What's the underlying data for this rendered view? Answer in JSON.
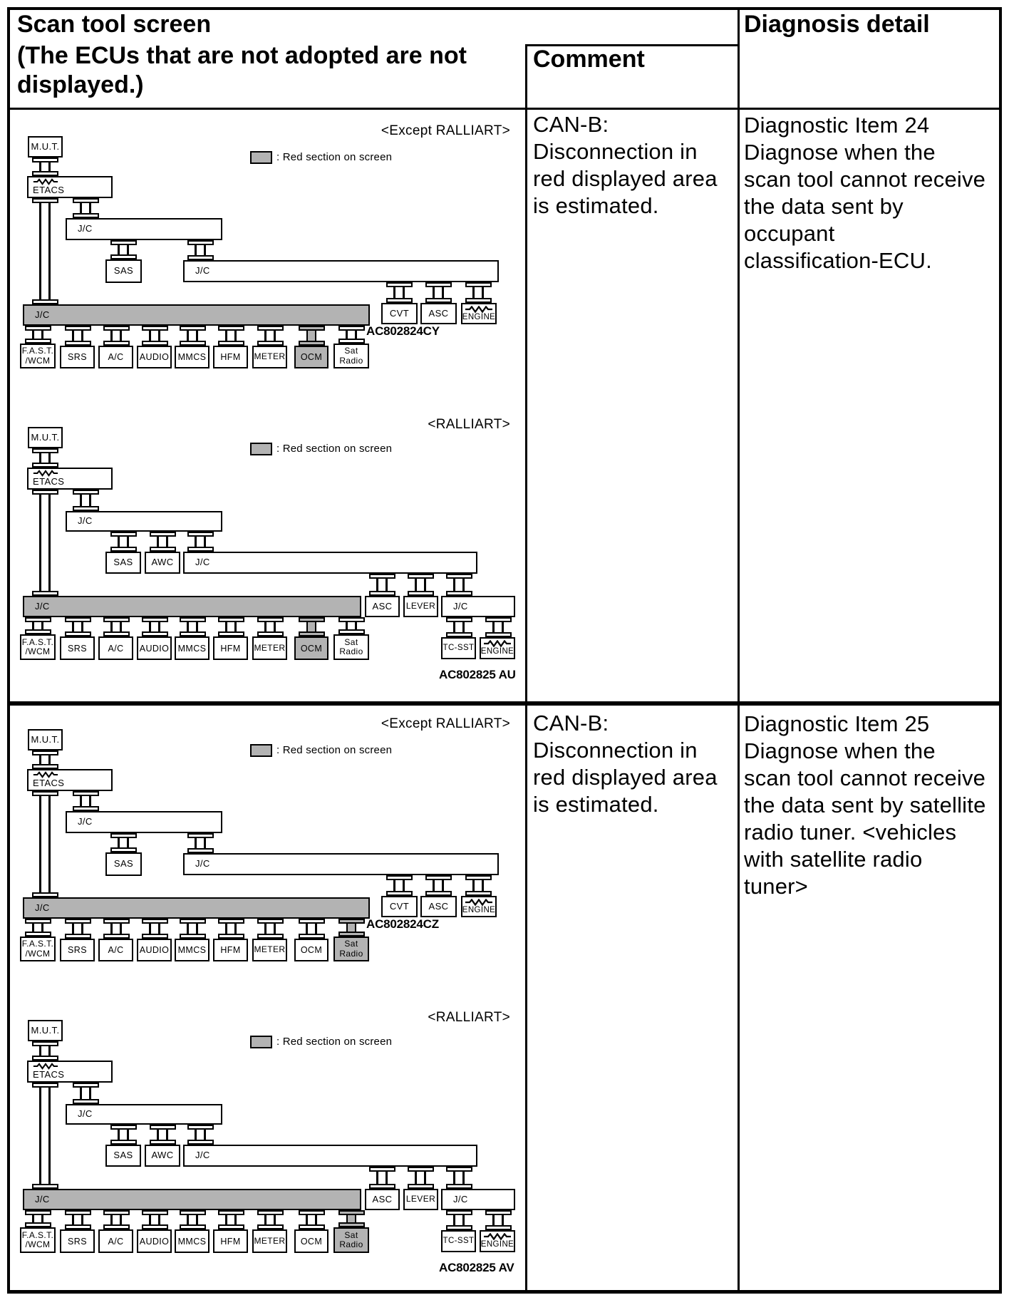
{
  "page": {
    "header": {
      "scan_tool_title": "Scan tool screen",
      "ecus_note": "(The ECUs that are not adopted are not\ndisplayed.)",
      "comment_label": "Comment",
      "diagnosis_label": "Diagnosis detail"
    },
    "colors": {
      "highlight_gray": "#b3b3b3",
      "line_black": "#000000"
    },
    "node_labels": {
      "mut": "M.U.T.",
      "etacs": "ETACS",
      "jc": "J/C",
      "sas": "SAS",
      "awc": "AWC",
      "cvt": "CVT",
      "asc": "ASC",
      "engine": "ENGINE",
      "lever": "LEVER",
      "tcsst": "TC-SST",
      "fast": "F.A.S.T.\n/WCM",
      "srs": "SRS",
      "ac": "A/C",
      "audio": "AUDIO",
      "mmcs": "MMCS",
      "hfm": "HFM",
      "meter": "METER",
      "ocm": "OCM",
      "sat_radio": "Sat\nRadio"
    },
    "rows": [
      {
        "comment": "CAN-B:\nDisconnection in\nred displayed area\nis estimated.",
        "diagnosis": "Diagnostic Item 24\nDiagnose when the\nscan tool cannot receive\nthe data sent by\noccupant\nclassification-ECU.",
        "diagrams": [
          {
            "variant": "except_ralliart",
            "title": "<Except RALLIART>",
            "legend_text": ": Red section on screen",
            "code": "AC802824CY",
            "highlight": "ocm"
          },
          {
            "variant": "ralliart",
            "title": "<RALLIART>",
            "legend_text": ": Red section on screen",
            "code": "AC802825 AU",
            "highlight": "ocm"
          }
        ]
      },
      {
        "comment": "CAN-B:\nDisconnection in\nred displayed area\nis estimated.",
        "diagnosis": "Diagnostic Item 25\nDiagnose when the\nscan tool cannot receive\nthe data sent by satellite\nradio tuner. <vehicles\nwith satellite radio\ntuner>",
        "diagrams": [
          {
            "variant": "except_ralliart",
            "title": "<Except RALLIART>",
            "legend_text": ": Red section on screen",
            "code": "AC802824CZ",
            "highlight": "sat_radio"
          },
          {
            "variant": "ralliart",
            "title": "<RALLIART>",
            "legend_text": ": Red section on screen",
            "code": "AC802825 AV",
            "highlight": "sat_radio"
          }
        ]
      }
    ]
  }
}
